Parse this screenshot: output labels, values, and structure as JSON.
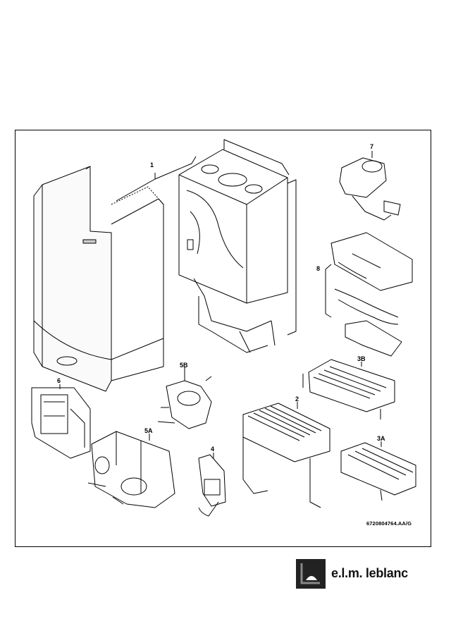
{
  "callouts": {
    "c1": "1",
    "c2": "2",
    "c3a": "3A",
    "c3b": "3B",
    "c4": "4",
    "c5a": "5A",
    "c5b": "5B",
    "c6": "6",
    "c7": "7",
    "c8": "8"
  },
  "reference": "6720804764.AA/G",
  "brand": {
    "name": "e.l.m. leblanc",
    "logo_icon": "leblanc-logo-icon"
  }
}
